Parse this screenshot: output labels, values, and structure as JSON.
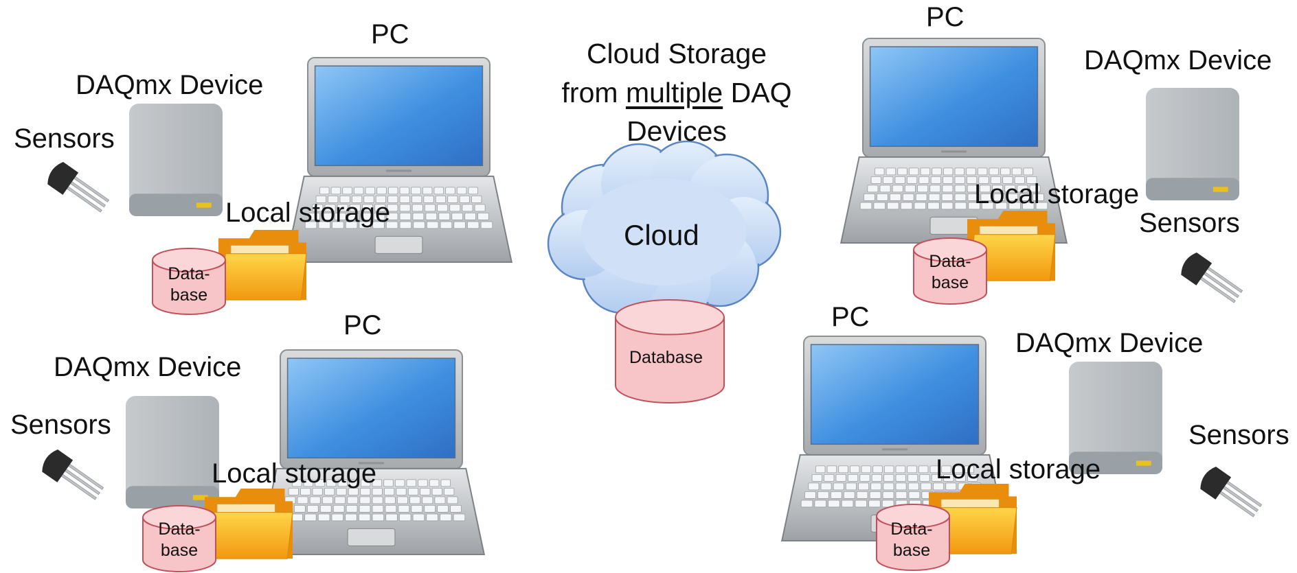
{
  "title": {
    "line1": "Cloud Storage",
    "line2_pre": "from ",
    "line2_emph": "multiple",
    "line2_post": " DAQ",
    "line3": "Devices"
  },
  "cloud": {
    "label": "Cloud",
    "database_label": "Database"
  },
  "stations": [
    {
      "pc_label": "PC",
      "device_label": "DAQmx Device",
      "sensors_label": "Sensors",
      "storage_label": "Local storage",
      "db_line1": "Data-",
      "db_line2": "base"
    },
    {
      "pc_label": "PC",
      "device_label": "DAQmx Device",
      "sensors_label": "Sensors",
      "storage_label": "Local storage",
      "db_line1": "Data-",
      "db_line2": "base"
    },
    {
      "pc_label": "PC",
      "device_label": "DAQmx Device",
      "sensors_label": "Sensors",
      "storage_label": "Local storage",
      "db_line1": "Data-",
      "db_line2": "base"
    },
    {
      "pc_label": "PC",
      "device_label": "DAQmx Device",
      "sensors_label": "Sensors",
      "storage_label": "Local storage",
      "db_line1": "Data-",
      "db_line2": "base"
    }
  ],
  "colors": {
    "screen": "#3f8fe0",
    "laptop_body": "#bfc2c5",
    "device": "#b9bec2",
    "device_led": "#e8c020",
    "folder": "#f7b21f",
    "database": "#f7c4c8",
    "database_stroke": "#c0505a",
    "cloud_fill": "#c9dcf5",
    "cloud_stroke": "#5b86c4",
    "sensor": "#2b2b2b"
  }
}
